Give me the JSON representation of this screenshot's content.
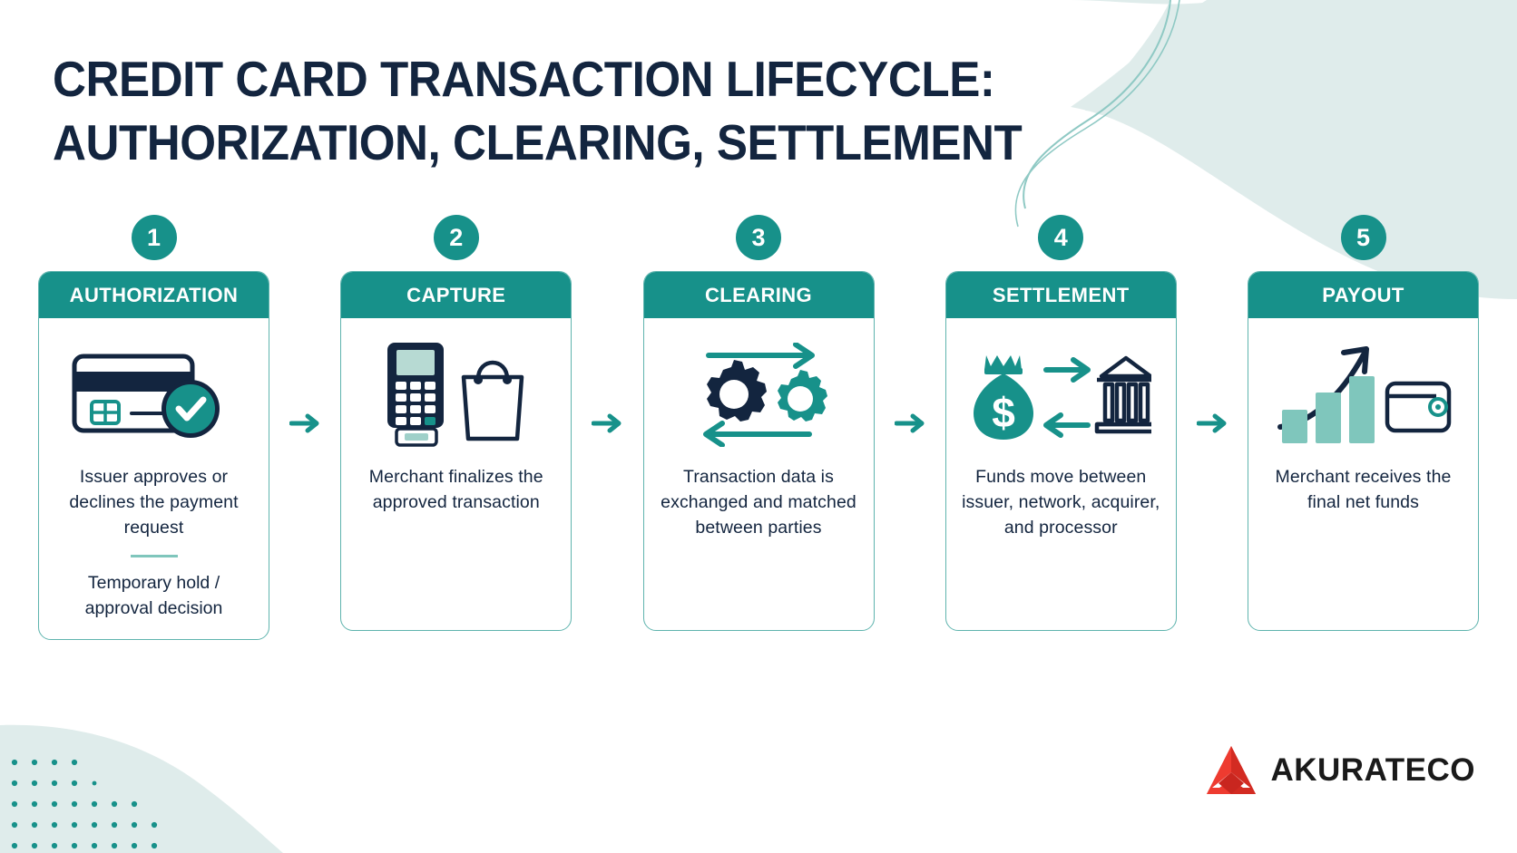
{
  "title": {
    "line1": "CREDIT CARD TRANSACTION LIFECYCLE:",
    "line2": "AUTHORIZATION, CLEARING, SETTLEMENT"
  },
  "colors": {
    "teal": "#17918a",
    "teal_light": "#7fc6bc",
    "navy": "#13253f",
    "card_border": "#5fb4ae",
    "blob": "#dcebe9",
    "logo_red": "#e8332a"
  },
  "steps": [
    {
      "number": "1",
      "header": "AUTHORIZATION",
      "icon": "credit-card-check-icon",
      "description": "Issuer approves or declines the payment request",
      "has_divider": true,
      "sub_description": "Temporary hold / approval decision"
    },
    {
      "number": "2",
      "header": "CAPTURE",
      "icon": "pos-terminal-shopping-bag-icon",
      "description": "Merchant finalizes the approved transaction",
      "has_divider": false,
      "sub_description": ""
    },
    {
      "number": "3",
      "header": "CLEARING",
      "icon": "gears-exchange-icon",
      "description": "Transaction data is exchanged and matched between parties",
      "has_divider": false,
      "sub_description": ""
    },
    {
      "number": "4",
      "header": "SETTLEMENT",
      "icon": "money-bag-bank-icon",
      "description": "Funds move between issuer, network, acquirer, and processor",
      "has_divider": false,
      "sub_description": ""
    },
    {
      "number": "5",
      "header": "PAYOUT",
      "icon": "growth-chart-wallet-icon",
      "description": "Merchant receives the final net funds",
      "has_divider": false,
      "sub_description": ""
    }
  ],
  "connectors": [
    "arrow-right-icon",
    "arrow-right-icon",
    "arrow-right-icon",
    "arrow-right-icon"
  ],
  "logo": {
    "mark": "akurateco-triangle-mark",
    "text": "AKURATECO"
  }
}
